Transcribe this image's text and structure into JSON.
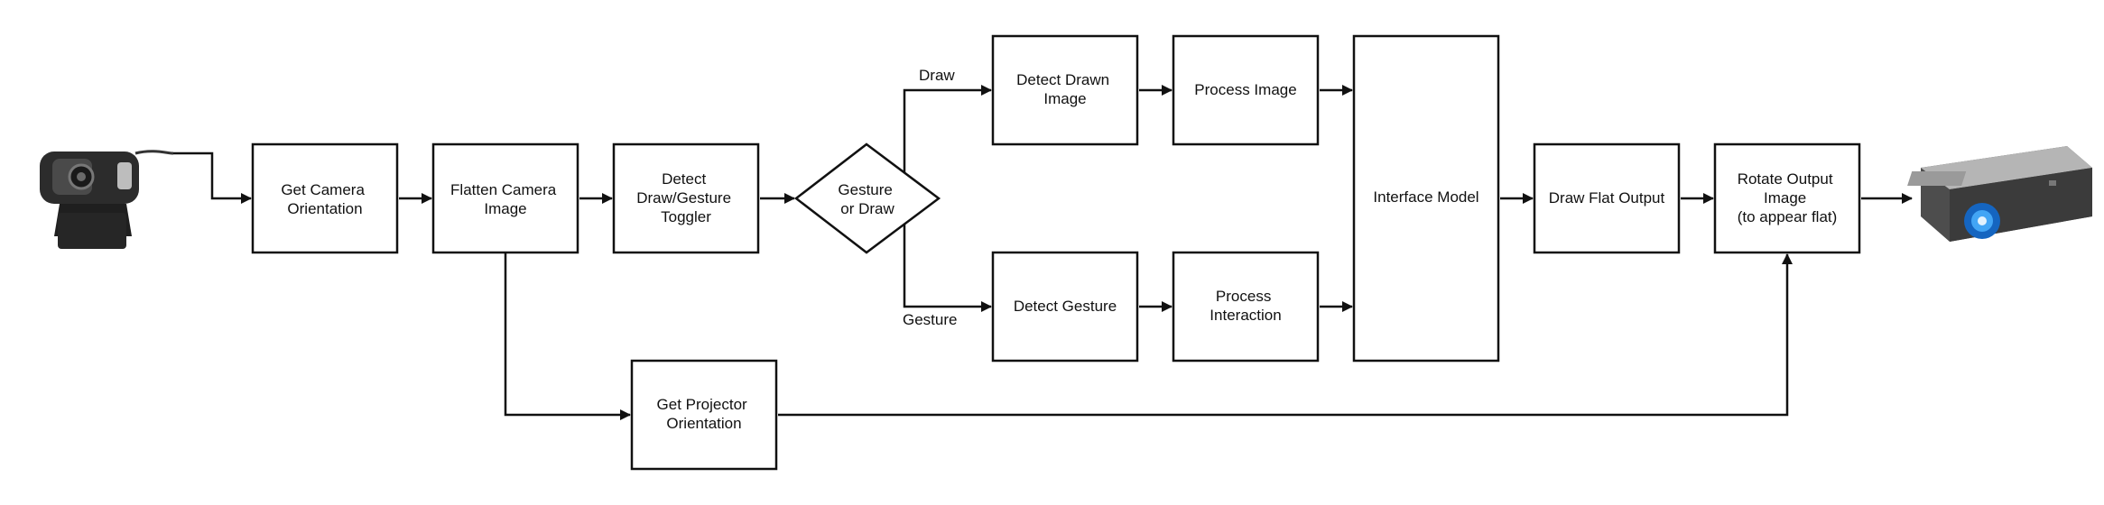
{
  "diagram": {
    "nodes": [
      {
        "id": "camera",
        "label": [],
        "icon": "webcam-icon"
      },
      {
        "id": "get-camera-orientation",
        "label": [
          "Get Camera",
          "Orientation"
        ]
      },
      {
        "id": "flatten-camera-image",
        "label": [
          "Flatten Camera",
          "Image"
        ]
      },
      {
        "id": "detect-toggler",
        "label": [
          "Detect",
          "Draw/Gesture",
          "Toggler"
        ]
      },
      {
        "id": "gesture-or-draw",
        "label": [
          "Gesture",
          "or Draw"
        ],
        "shape": "diamond"
      },
      {
        "id": "detect-drawn-image",
        "label": [
          "Detect Drawn",
          "Image"
        ]
      },
      {
        "id": "process-image",
        "label": [
          "Process Image"
        ]
      },
      {
        "id": "detect-gesture",
        "label": [
          "Detect Gesture"
        ]
      },
      {
        "id": "process-interaction",
        "label": [
          "Process",
          "Interaction"
        ]
      },
      {
        "id": "interface-model",
        "label": [
          "Interface Model"
        ]
      },
      {
        "id": "draw-flat-output",
        "label": [
          "Draw Flat Output"
        ]
      },
      {
        "id": "rotate-output-image",
        "label": [
          "Rotate Output",
          "Image",
          "(to appear flat)"
        ]
      },
      {
        "id": "get-projector-orientation",
        "label": [
          "Get Projector",
          "Orientation"
        ]
      },
      {
        "id": "projector",
        "label": [],
        "icon": "projector-icon"
      }
    ],
    "edges": [
      {
        "from": "camera",
        "to": "get-camera-orientation",
        "label": ""
      },
      {
        "from": "get-camera-orientation",
        "to": "flatten-camera-image",
        "label": ""
      },
      {
        "from": "flatten-camera-image",
        "to": "detect-toggler",
        "label": ""
      },
      {
        "from": "detect-toggler",
        "to": "gesture-or-draw",
        "label": ""
      },
      {
        "from": "gesture-or-draw",
        "to": "detect-drawn-image",
        "label": "Draw"
      },
      {
        "from": "gesture-or-draw",
        "to": "detect-gesture",
        "label": "Gesture"
      },
      {
        "from": "detect-drawn-image",
        "to": "process-image",
        "label": ""
      },
      {
        "from": "detect-gesture",
        "to": "process-interaction",
        "label": ""
      },
      {
        "from": "process-image",
        "to": "interface-model",
        "label": ""
      },
      {
        "from": "process-interaction",
        "to": "interface-model",
        "label": ""
      },
      {
        "from": "interface-model",
        "to": "draw-flat-output",
        "label": ""
      },
      {
        "from": "draw-flat-output",
        "to": "rotate-output-image",
        "label": ""
      },
      {
        "from": "flatten-camera-image",
        "to": "get-projector-orientation",
        "label": ""
      },
      {
        "from": "get-projector-orientation",
        "to": "rotate-output-image",
        "label": ""
      },
      {
        "from": "rotate-output-image",
        "to": "projector",
        "label": ""
      }
    ]
  }
}
